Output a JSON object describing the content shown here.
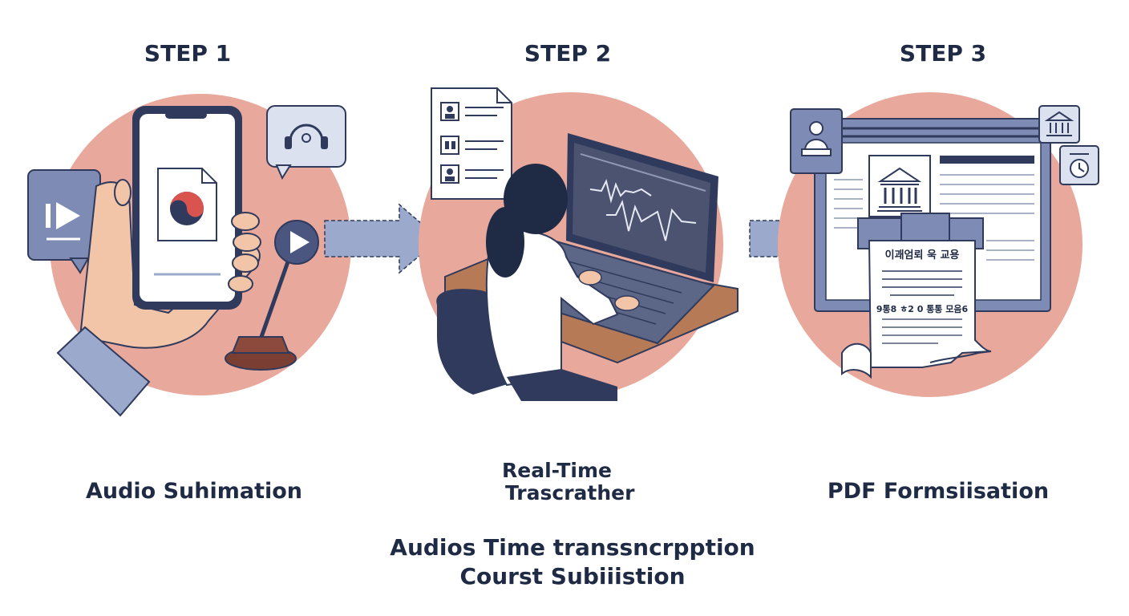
{
  "steps": [
    {
      "title": "STEP 1",
      "label": "Audio Suhimation"
    },
    {
      "title": "STEP 2",
      "label_line1": "Real-Time",
      "label_line2": "Trascrather"
    },
    {
      "title": "STEP 3",
      "label": "PDF Formsiisation"
    }
  ],
  "document": {
    "heading": "이괘엄뢰 욱 교용",
    "line": "9통8 ㅎ2 0 통통 모음6"
  },
  "footer": {
    "line1": "Audios Time transsncrpption",
    "line2": "Courst Subiiistion"
  },
  "icons": {
    "step1": [
      "play-bubble-icon",
      "headphones-bubble-icon",
      "audio-file-icon",
      "play-button-icon",
      "microphone-icon"
    ],
    "step2": [
      "resume-document-icon",
      "laptop-icon",
      "waveform-icon",
      "person-icon",
      "chair-icon"
    ],
    "step3": [
      "judge-icon",
      "courthouse-icon",
      "clock-icon",
      "pdf-document-icon",
      "monitor-icon"
    ]
  },
  "colors": {
    "circle": "#e8a89c",
    "navy": "#2f3a5c",
    "slate": "#7e8bb5",
    "arrow": "#9aa9cc",
    "skin": "#f2c4a8",
    "text": "#1f2a44"
  }
}
